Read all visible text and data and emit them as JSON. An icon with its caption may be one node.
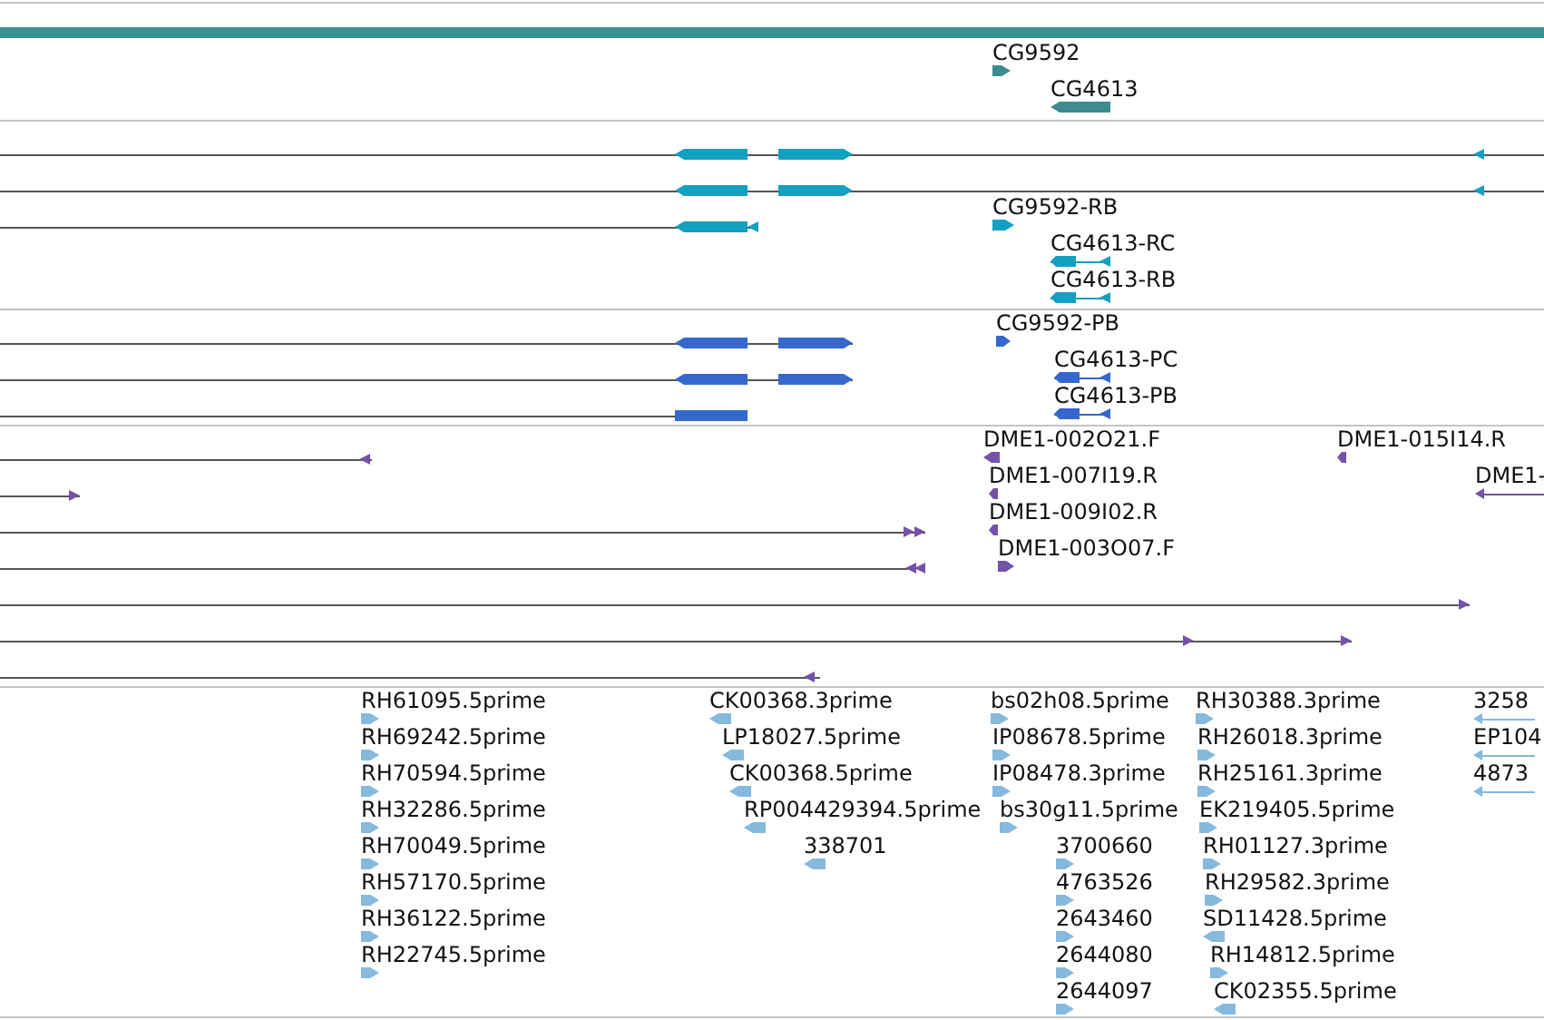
{
  "diagram": {
    "labels": [
      "CG9592",
      "CG4613",
      "CG9592-RB",
      "CG4613-RC",
      "CG4613-RB",
      "CG9592-PB",
      "CG4613-PC",
      "CG4613-PB",
      "DME1-002O21.F",
      "DME1-015I14.R",
      "DME1-007I19.R",
      "DME1-",
      "DME1-009I02.R",
      "DME1-003O07.F",
      "RH61095.5prime",
      "CK00368.3prime",
      "bs02h08.5prime",
      "RH30388.3prime",
      "3258",
      "RH69242.5prime",
      "LP18027.5prime",
      "IP08678.5prime",
      "RH26018.3prime",
      "EP104",
      "RH70594.5prime",
      "CK00368.5prime",
      "IP08478.3prime",
      "RH25161.3prime",
      "4873",
      "RH32286.5prime",
      "RP004429394.5prime",
      "bs30g11.5prime",
      "EK219405.5prime",
      "RH70049.5prime",
      "338701",
      "3700660",
      "RH01127.3prime",
      "RH57170.5prime",
      "4763526",
      "RH29582.3prime",
      "RH36122.5prime",
      "2643460",
      "SD11428.5prime",
      "RH22745.5prime",
      "2644080",
      "RH14812.5prime",
      "2644097",
      "CK02355.5prime"
    ]
  }
}
